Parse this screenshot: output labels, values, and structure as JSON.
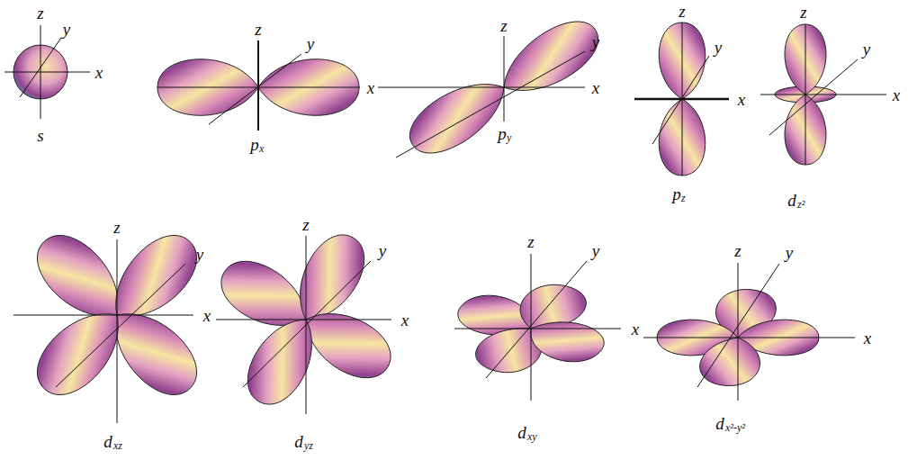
{
  "diagram": {
    "labels": [
      "z",
      "y",
      "x",
      "s",
      "z",
      "y",
      "x",
      "p",
      "x",
      "z",
      "y",
      "x",
      "p",
      "y",
      "z",
      "y",
      "x",
      "p",
      "z",
      "z",
      "y",
      "x",
      "d",
      "z²",
      "z",
      "y",
      "x",
      "d",
      "xz",
      "z",
      "y",
      "x",
      "d",
      "yz",
      "z",
      "y",
      "x",
      "d",
      "xy",
      "z",
      "y",
      "x",
      "d",
      "x²-y²"
    ]
  }
}
